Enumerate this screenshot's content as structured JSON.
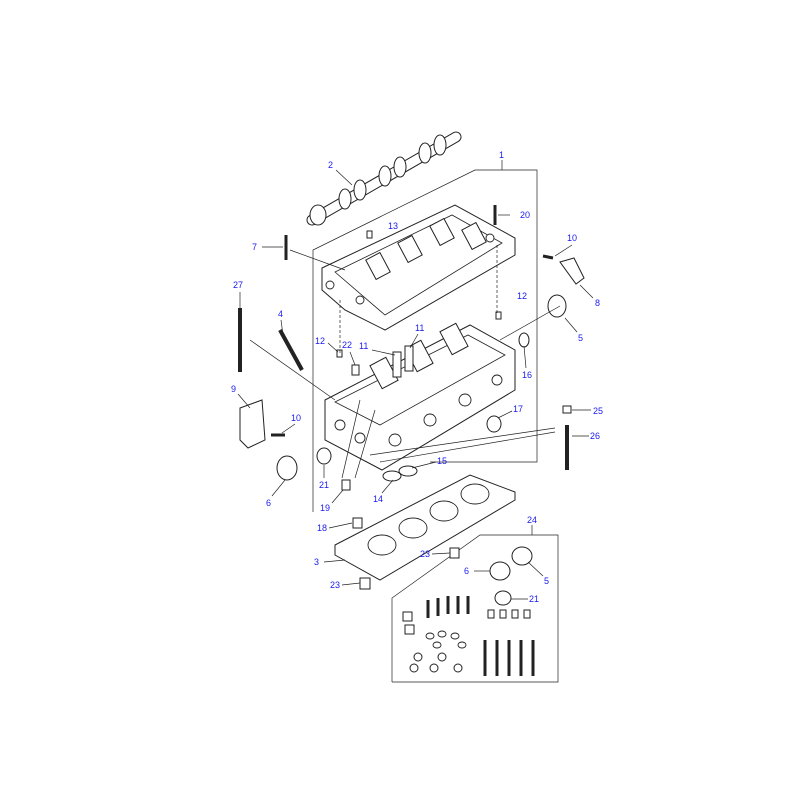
{
  "diagram": {
    "callouts": [
      "1",
      "2",
      "20",
      "13",
      "7",
      "10",
      "8",
      "27",
      "12",
      "4",
      "5",
      "11",
      "12",
      "22",
      "11",
      "16",
      "9",
      "17",
      "25",
      "10",
      "26",
      "15",
      "21",
      "6",
      "14",
      "19",
      "24",
      "18",
      "23",
      "3",
      "6",
      "5",
      "23",
      "21"
    ],
    "label_color": "#1a1aee"
  }
}
